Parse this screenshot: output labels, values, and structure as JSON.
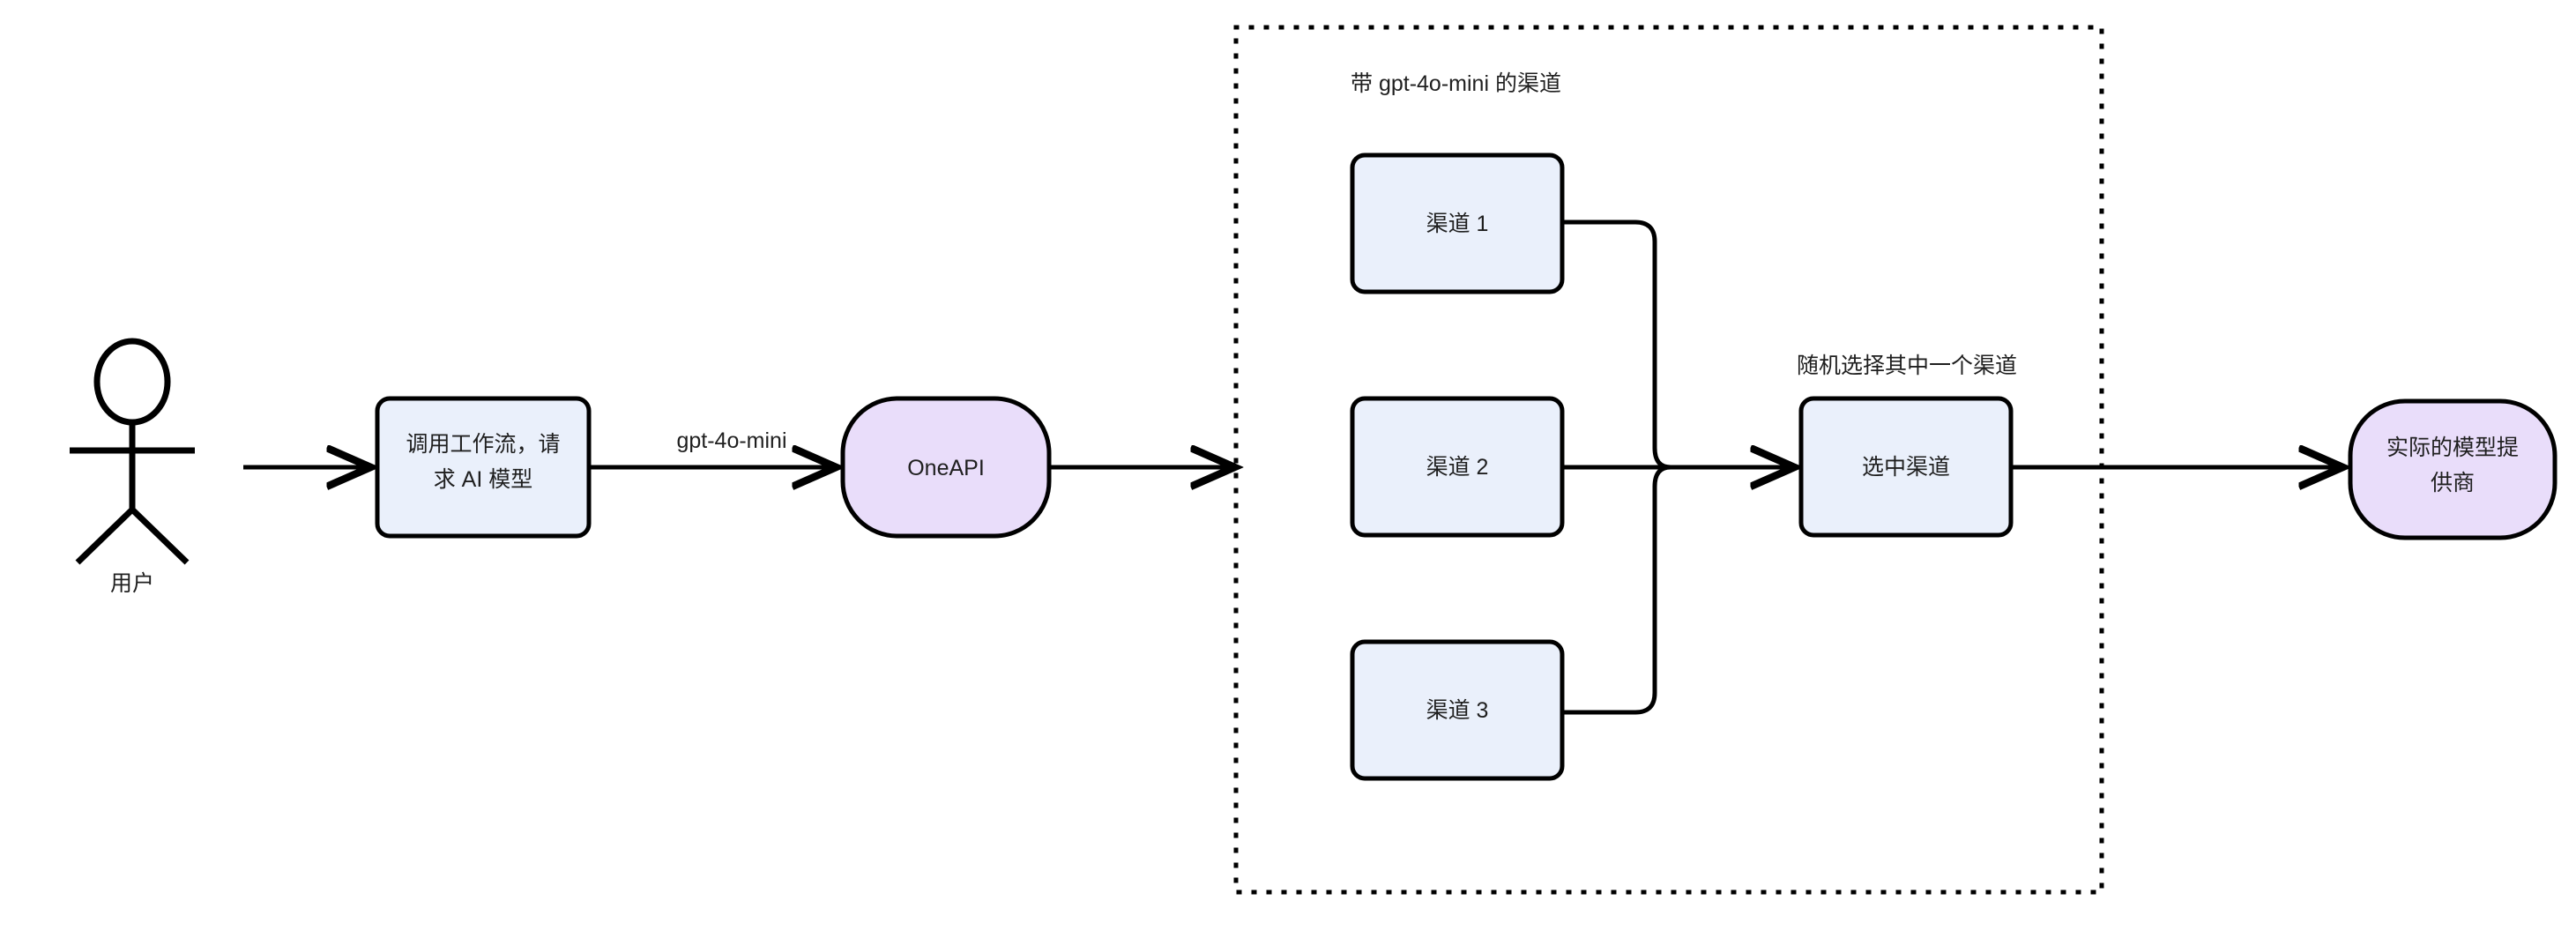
{
  "diagram": {
    "title_visible": false,
    "colors": {
      "process_fill": "#eaf0fb",
      "service_fill": "#e9ddfa",
      "stroke": "#000000",
      "text": "#1f1f1f",
      "background": "#ffffff"
    },
    "actor": {
      "name": "user-actor",
      "label": "用户"
    },
    "nodes": [
      {
        "id": "workflow",
        "label_line1": "调用工作流，请",
        "label_line2": "求 AI 模型",
        "shape": "rounded-rect",
        "fill": "#eaf0fb"
      },
      {
        "id": "oneapi",
        "label": "OneAPI",
        "shape": "stadium",
        "fill": "#e9ddfa"
      },
      {
        "id": "channel1",
        "label": "渠道 1",
        "shape": "rounded-rect",
        "fill": "#eaf0fb"
      },
      {
        "id": "channel2",
        "label": "渠道 2",
        "shape": "rounded-rect",
        "fill": "#eaf0fb"
      },
      {
        "id": "channel3",
        "label": "渠道 3",
        "shape": "rounded-rect",
        "fill": "#eaf0fb"
      },
      {
        "id": "selected",
        "label": "选中渠道",
        "shape": "rounded-rect",
        "fill": "#eaf0fb"
      },
      {
        "id": "provider",
        "label_line1": "实际的模型提",
        "label_line2": "供商",
        "shape": "stadium",
        "fill": "#e9ddfa"
      }
    ],
    "group": {
      "id": "channel-group",
      "title": "带 gpt-4o-mini 的渠道",
      "border_style": "dotted"
    },
    "edge_labels": {
      "model_request": "gpt-4o-mini",
      "random_pick": "随机选择其中一个渠道"
    },
    "edges": [
      {
        "from": "actor",
        "to": "workflow",
        "label": ""
      },
      {
        "from": "workflow",
        "to": "oneapi",
        "label": "gpt-4o-mini"
      },
      {
        "from": "oneapi",
        "to": "channel-group",
        "label": ""
      },
      {
        "from": "channel1",
        "to": "selected",
        "label": ""
      },
      {
        "from": "channel2",
        "to": "selected",
        "label": ""
      },
      {
        "from": "channel3",
        "to": "selected",
        "label": ""
      },
      {
        "from": "selected",
        "to": "provider",
        "label": ""
      }
    ]
  }
}
